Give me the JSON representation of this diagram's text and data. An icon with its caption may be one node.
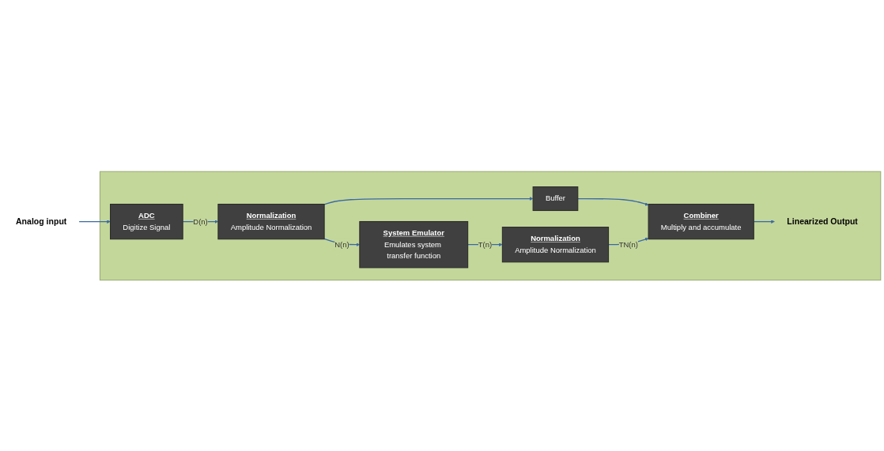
{
  "diagram": {
    "nodes": [
      {
        "text": [],
        "shape": "box"
      },
      {
        "text": [
          "Analog input"
        ]
      },
      {
        "text": [
          "ADC",
          "Digitize Signal"
        ],
        "in": 0
      },
      {
        "text": [
          "Normalization",
          "Amplitude Normalization"
        ],
        "in": 0
      },
      {
        "text": [
          "Buffer"
        ],
        "in": 0
      },
      {
        "text": [
          "Combiner",
          "Multiply and accumulate"
        ],
        "in": 0
      },
      {
        "text": [
          "Linearized Output"
        ],
        "in": 0
      },
      {
        "text": [
          "System Emulator",
          "Emulates system transfer function"
        ],
        "in": 0
      },
      {
        "text": [
          "Normalization",
          "Amplitude Normalization"
        ],
        "in": 0
      }
    ],
    "edges": [
      {
        "from": 1,
        "to": 2,
        "arrow": "to"
      },
      {
        "from": 2,
        "to": 3,
        "arrow": "to",
        "label": "D(n)"
      },
      {
        "from": 3,
        "to": 4,
        "arrow": "to"
      },
      {
        "from": 4,
        "to": 5,
        "arrow": "to"
      },
      {
        "from": 3,
        "to": 7,
        "arrow": "to",
        "label": "N(n)"
      },
      {
        "from": 7,
        "to": 8,
        "arrow": "to",
        "label": "T(n)"
      },
      {
        "from": 8,
        "to": 5,
        "arrow": "to",
        "label": "TN(n)"
      },
      {
        "from": 5,
        "to": 6,
        "arrow": "to"
      }
    ]
  }
}
